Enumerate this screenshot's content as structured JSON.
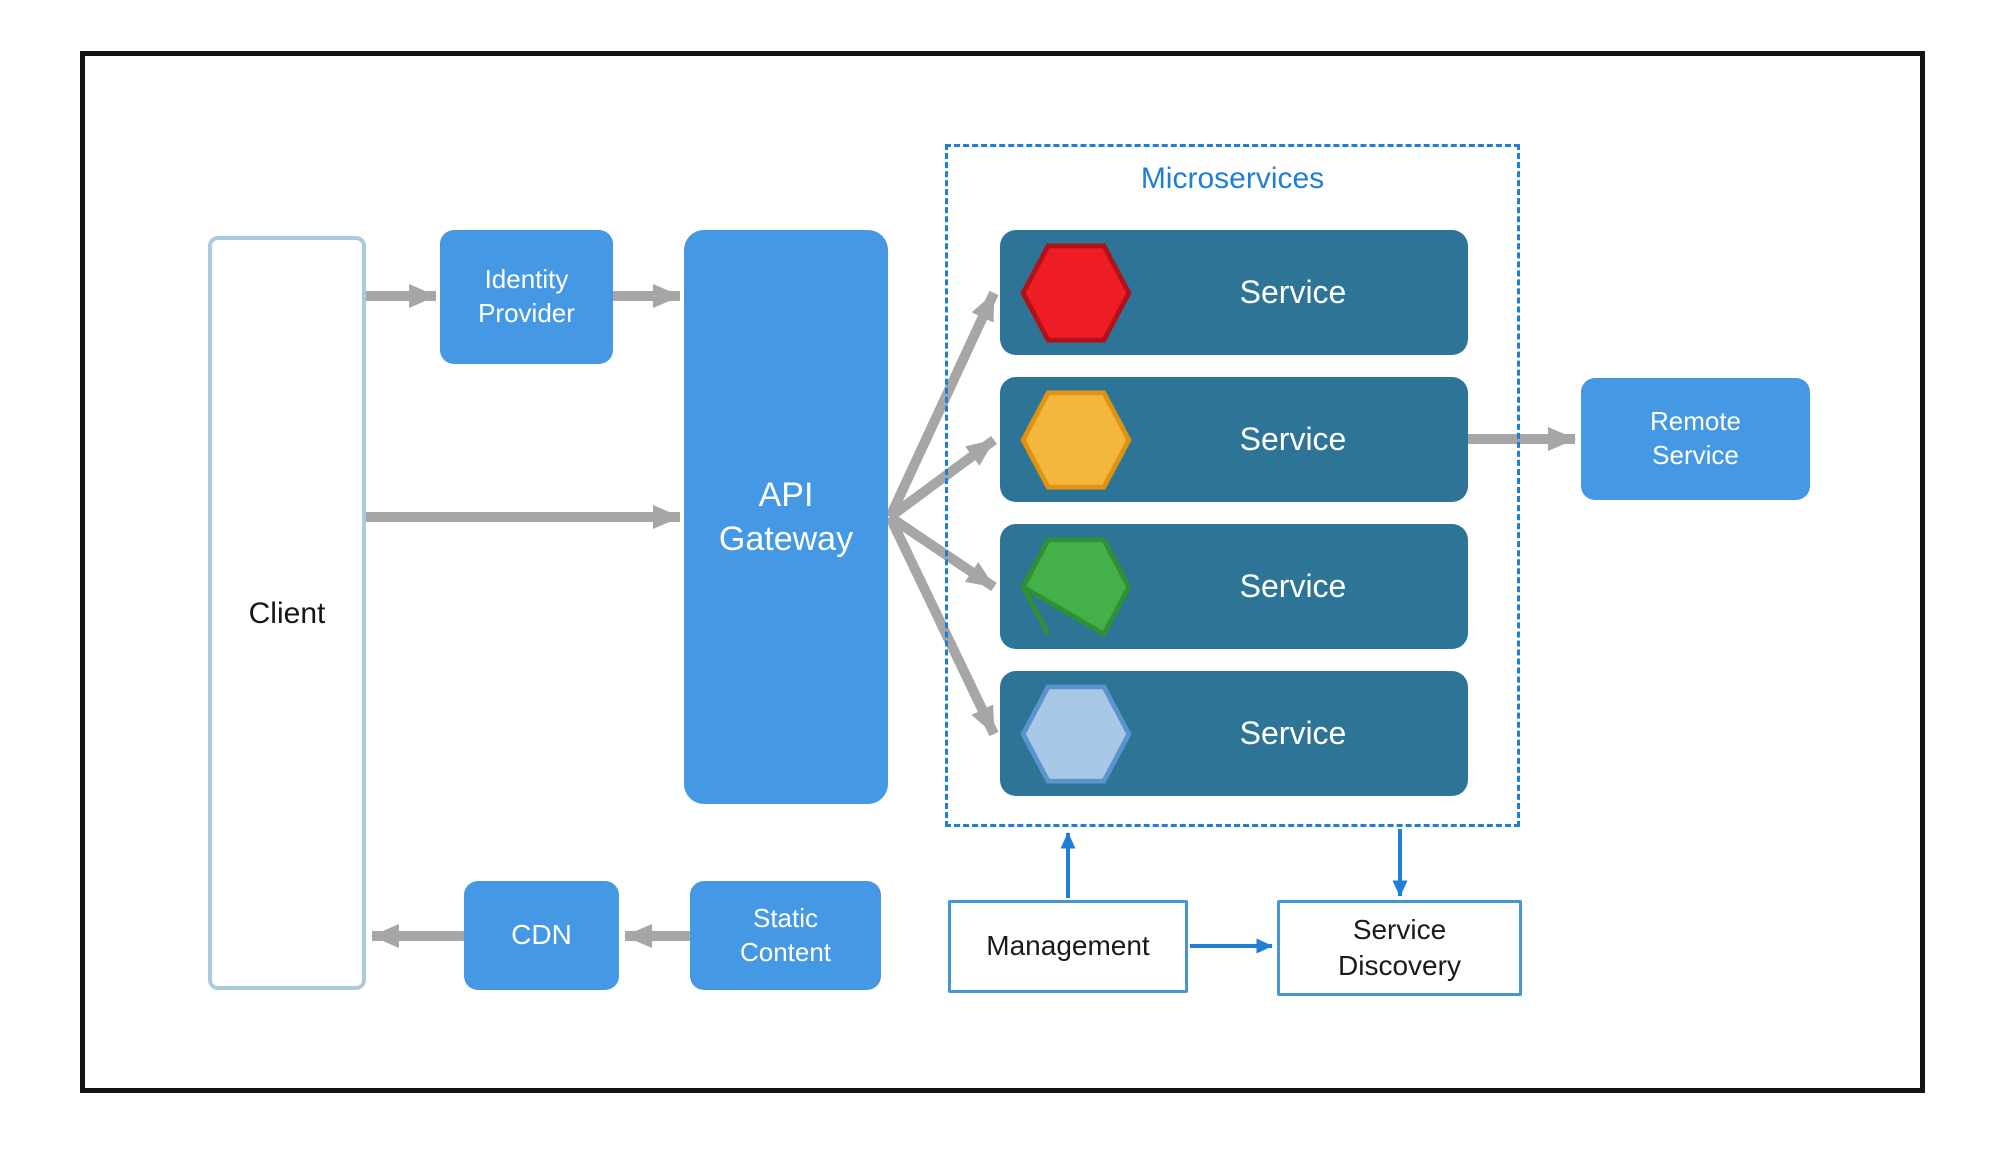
{
  "diagram": {
    "title": "Microservices",
    "nodes": {
      "client": {
        "label": "Client"
      },
      "identity_provider": {
        "label": "Identity Provider"
      },
      "api_gateway": {
        "label": "API Gateway"
      },
      "services": [
        {
          "label": "Service",
          "icon": "hexagon-red-icon",
          "color": "#ee1c25",
          "stroke": "#b21118"
        },
        {
          "label": "Service",
          "icon": "hexagon-amber-icon",
          "color": "#f4b73e",
          "stroke": "#e2920e"
        },
        {
          "label": "Service",
          "icon": "hexagon-green-icon",
          "color": "#43b049",
          "stroke": "#2f9135"
        },
        {
          "label": "Service",
          "icon": "hexagon-lightblue-icon",
          "color": "#a9c7e7",
          "stroke": "#5b94cc"
        }
      ],
      "remote_service": {
        "label": "Remote Service"
      },
      "cdn": {
        "label": "CDN"
      },
      "static_content": {
        "label": "Static Content"
      },
      "management": {
        "label": "Management"
      },
      "service_discovery": {
        "label": "Service Discovery"
      }
    },
    "edges": [
      {
        "from": "client",
        "to": "identity_provider",
        "color": "gray"
      },
      {
        "from": "identity_provider",
        "to": "api_gateway",
        "color": "gray"
      },
      {
        "from": "client",
        "to": "api_gateway",
        "color": "gray"
      },
      {
        "from": "api_gateway",
        "to": "service-1",
        "color": "gray"
      },
      {
        "from": "api_gateway",
        "to": "service-2",
        "color": "gray"
      },
      {
        "from": "api_gateway",
        "to": "service-3",
        "color": "gray"
      },
      {
        "from": "api_gateway",
        "to": "service-4",
        "color": "gray"
      },
      {
        "from": "service-2",
        "to": "remote_service",
        "color": "gray"
      },
      {
        "from": "static_content",
        "to": "cdn",
        "color": "gray"
      },
      {
        "from": "cdn",
        "to": "client",
        "color": "gray"
      },
      {
        "from": "management",
        "to": "microservices",
        "color": "blue"
      },
      {
        "from": "microservices",
        "to": "service_discovery",
        "color": "blue"
      },
      {
        "from": "management",
        "to": "service_discovery",
        "color": "blue"
      }
    ],
    "colors": {
      "node_blue": "#4598e3",
      "service_teal": "#2d7496",
      "accent_blue": "#1f7fd6",
      "arrow_gray": "#a6a6a6",
      "client_border": "#a9cbdd",
      "mgmt_border": "#4596d2",
      "frame_border": "#141414"
    }
  }
}
